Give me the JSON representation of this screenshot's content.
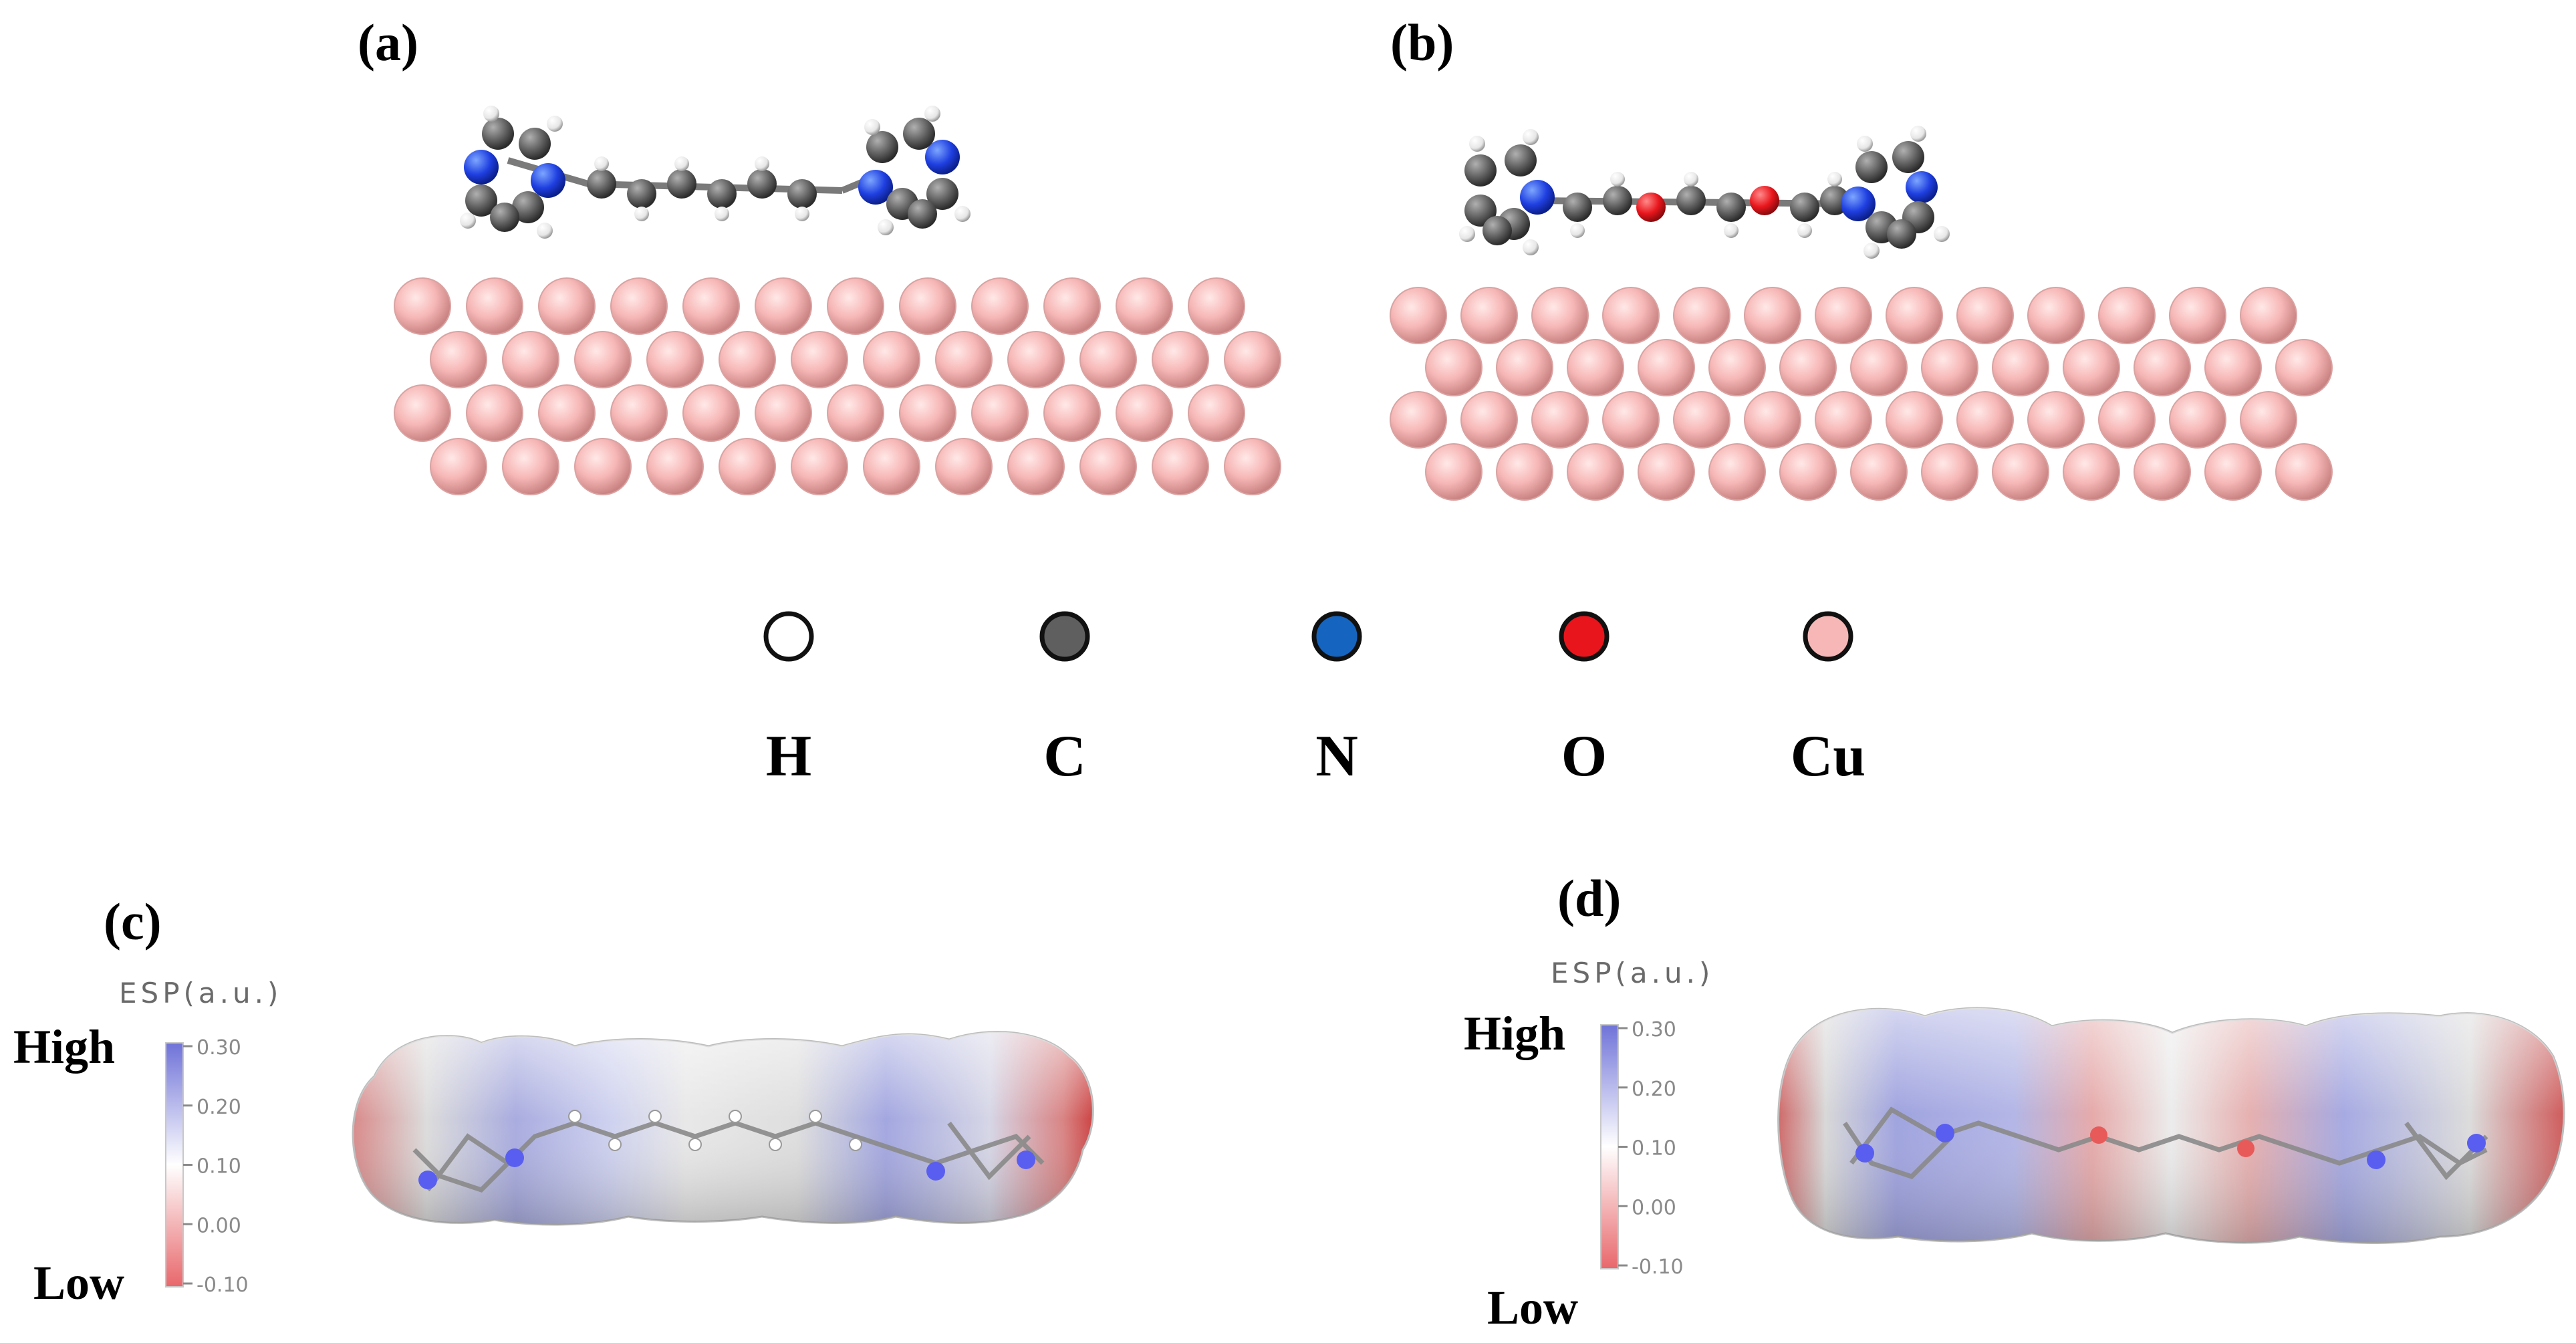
{
  "panels": {
    "a": {
      "label": "(a)"
    },
    "b": {
      "label": "(b)"
    },
    "c": {
      "label": "(c)"
    },
    "d": {
      "label": "(d)"
    }
  },
  "legend": {
    "items": [
      {
        "symbol": "H",
        "color": "#ffffff"
      },
      {
        "symbol": "C",
        "color": "#5f5f5f"
      },
      {
        "symbol": "N",
        "color": "#1565c0"
      },
      {
        "symbol": "O",
        "color": "#e8161c"
      },
      {
        "symbol": "Cu",
        "color": "#f6b7b6"
      }
    ]
  },
  "esp_scale": {
    "title": "ESP(a.u.)",
    "high_label": "High",
    "low_label": "Low",
    "ticks": [
      "0.30",
      "0.20",
      "0.10",
      "0.00",
      "-0.10"
    ],
    "colors": {
      "high": "#6f72d8",
      "mid": "#ffffff",
      "low": "#e8676b"
    }
  },
  "surface": {
    "rows": 4
  }
}
